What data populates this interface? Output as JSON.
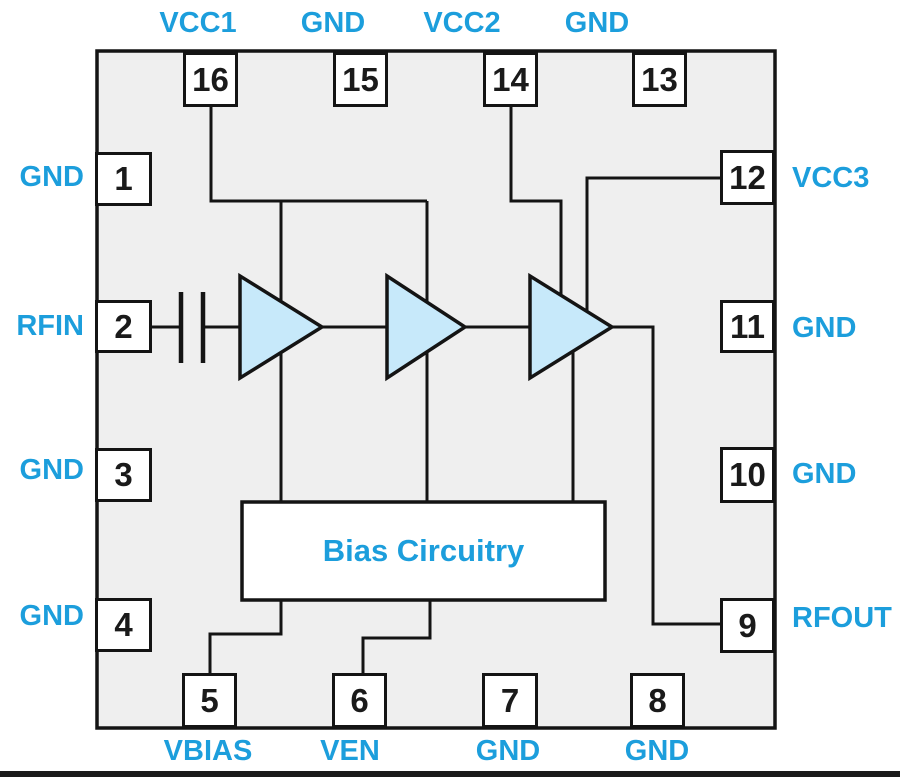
{
  "diagram": {
    "kind": "ic-functional-block-diagram",
    "bias_label": "Bias Circuitry",
    "amplifier_stage_count": 3,
    "colors": {
      "pin_label_cyan": "#1C9EDC",
      "amplifier_fill": "#C7E9FA",
      "chip_body_fill": "#EFEFEF",
      "line_black": "#141414",
      "pin_box_fill": "#FFFFFF"
    },
    "pins": [
      {
        "number": "1",
        "label": "GND",
        "side": "left"
      },
      {
        "number": "2",
        "label": "RFIN",
        "side": "left"
      },
      {
        "number": "3",
        "label": "GND",
        "side": "left"
      },
      {
        "number": "4",
        "label": "GND",
        "side": "left"
      },
      {
        "number": "5",
        "label": "VBIAS",
        "side": "bottom"
      },
      {
        "number": "6",
        "label": "VEN",
        "side": "bottom"
      },
      {
        "number": "7",
        "label": "GND",
        "side": "bottom"
      },
      {
        "number": "8",
        "label": "GND",
        "side": "bottom"
      },
      {
        "number": "9",
        "label": "RFOUT",
        "side": "right"
      },
      {
        "number": "10",
        "label": "GND",
        "side": "right"
      },
      {
        "number": "11",
        "label": "GND",
        "side": "right"
      },
      {
        "number": "12",
        "label": "VCC3",
        "side": "right"
      },
      {
        "number": "13",
        "label": "GND",
        "side": "top"
      },
      {
        "number": "14",
        "label": "VCC2",
        "side": "top"
      },
      {
        "number": "15",
        "label": "GND",
        "side": "top"
      },
      {
        "number": "16",
        "label": "VCC1",
        "side": "top"
      }
    ]
  }
}
